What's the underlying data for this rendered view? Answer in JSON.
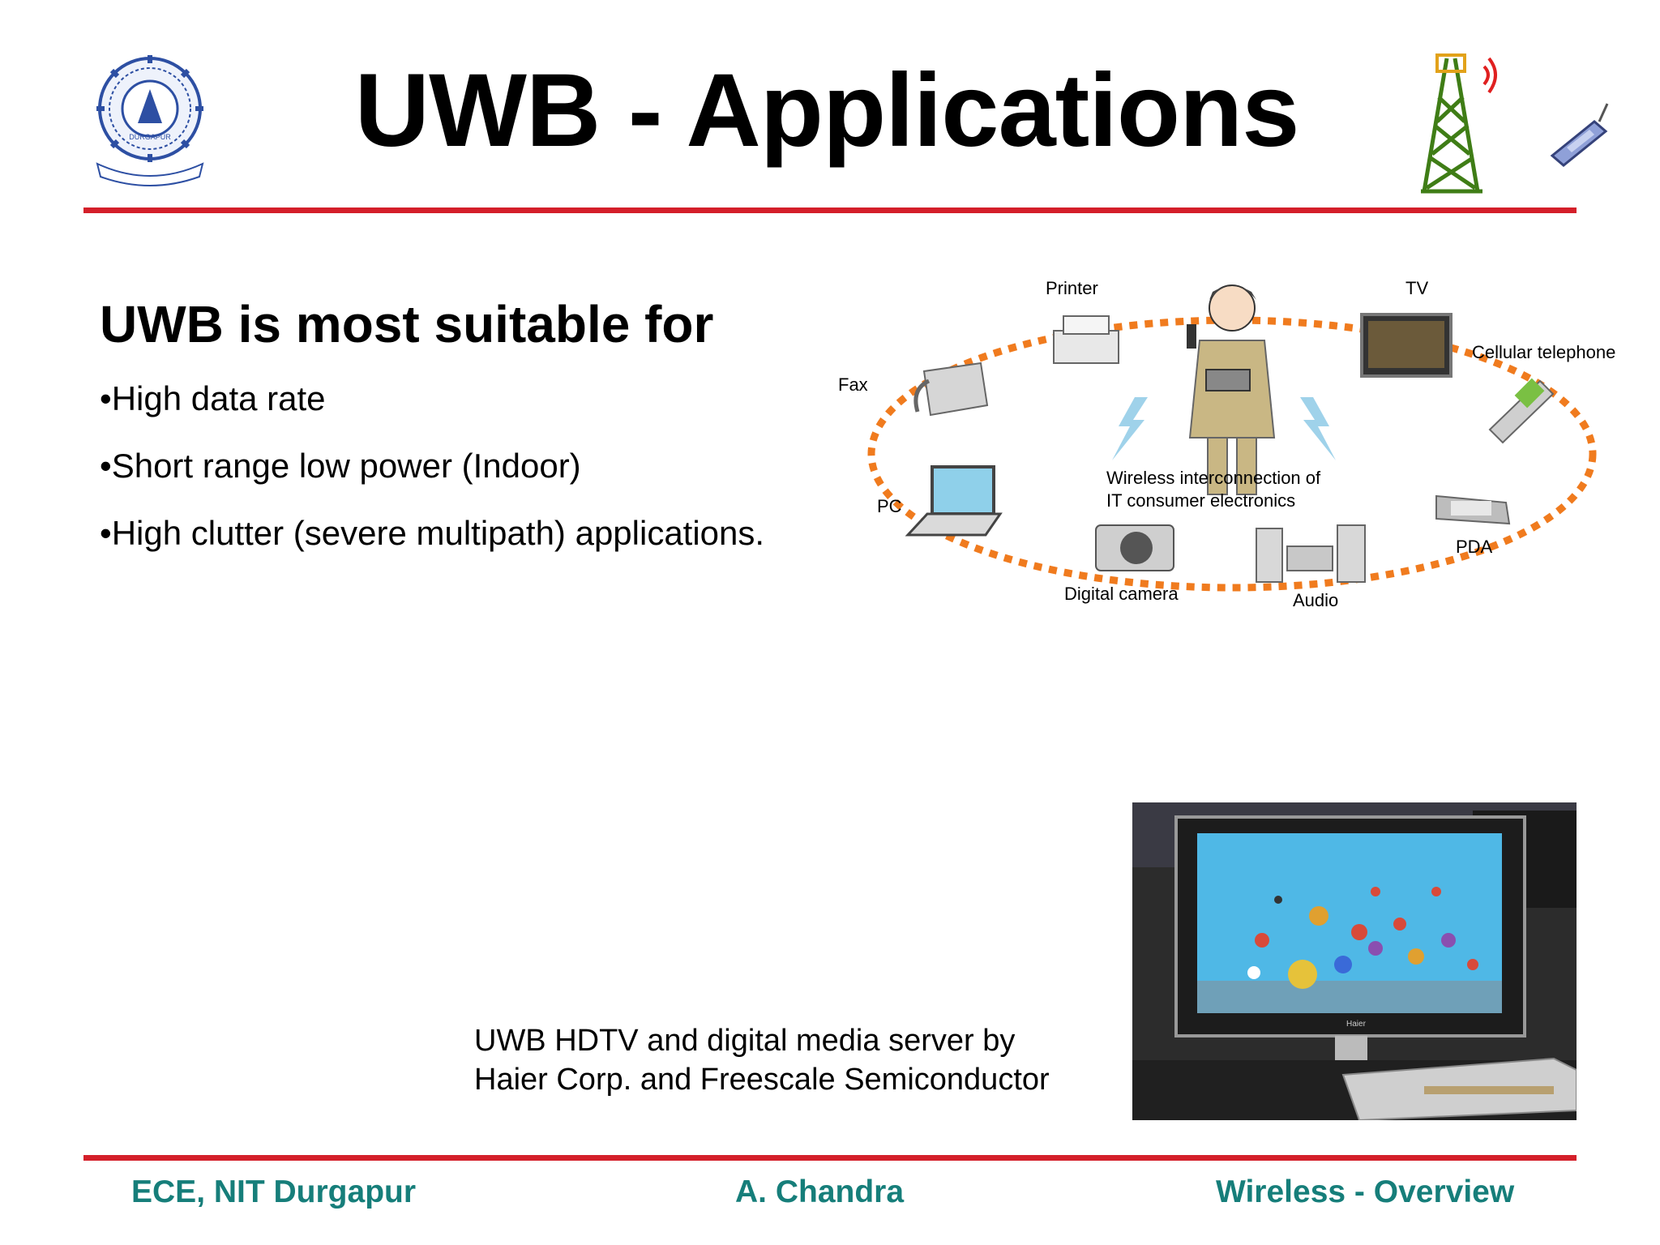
{
  "slide": {
    "title": "UWB - Applications"
  },
  "header": {
    "logo": {
      "icon": "institute-seal-icon",
      "text": "DURGAPUR"
    },
    "tower_icon": "radio-tower-icon",
    "phone_icon": "cell-phone-icon"
  },
  "content": {
    "heading": "UWB is most suitable for",
    "bullets": [
      "•High data rate",
      "•Short range low power (Indoor)",
      "•High clutter (severe multipath) applications."
    ]
  },
  "diagram": {
    "center_label_line1": "Wireless interconnection of",
    "center_label_line2": "IT consumer electronics",
    "devices": {
      "printer": "Printer",
      "tv": "TV",
      "cellular": "Cellular telephone",
      "fax": "Fax",
      "pc": "PC",
      "pda": "PDA",
      "camera": "Digital camera",
      "audio": "Audio"
    }
  },
  "photo": {
    "caption_line1": "UWB HDTV and digital media server by",
    "caption_line2": "Haier Corp. and Freescale Semiconductor",
    "tv_brand": "Haier"
  },
  "footer": {
    "left": "ECE, NIT Durgapur",
    "center": "A. Chandra",
    "right": "Wireless - Overview"
  },
  "colors": {
    "accent_red": "#d41f2a",
    "footer_teal": "#167e7a",
    "diagram_orange": "#f07b1e"
  }
}
